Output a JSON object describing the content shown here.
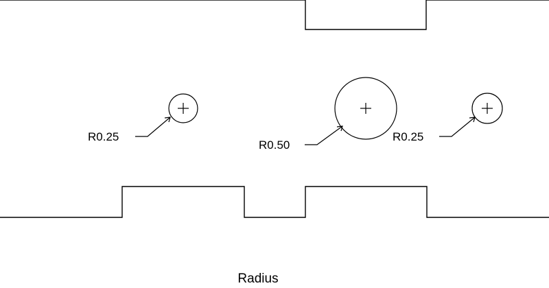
{
  "diagram": {
    "caption": "Radius",
    "holes": [
      {
        "label": "R0.25"
      },
      {
        "label": "R0.50"
      },
      {
        "label": "R0.25"
      }
    ],
    "colors": {
      "stroke": "#000000",
      "background": "#ffffff"
    }
  }
}
